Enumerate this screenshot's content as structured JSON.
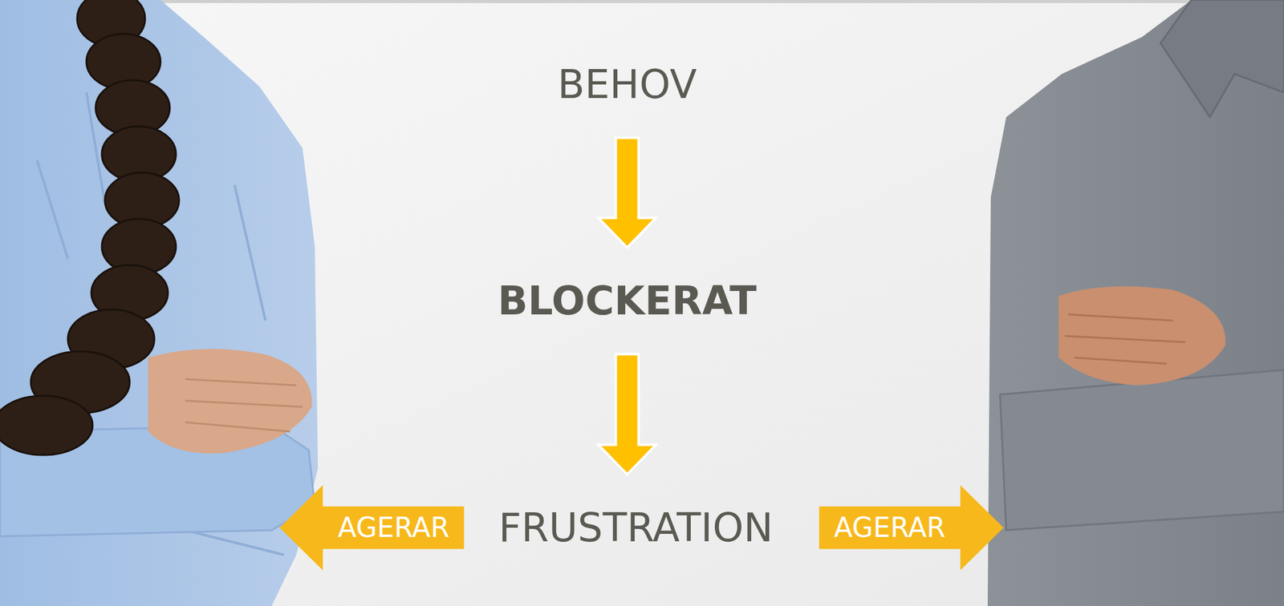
{
  "diagram": {
    "nodes": [
      {
        "text": [
          "BEHOV"
        ]
      },
      {
        "text": [
          "BLOCKERAT"
        ]
      },
      {
        "text": [
          "AGERAR"
        ]
      },
      {
        "text": [
          "FRUSTRATION"
        ]
      },
      {
        "text": [
          "AGERAR"
        ]
      }
    ],
    "edges": [
      {
        "from": 0,
        "to": 1,
        "arrow": "to"
      },
      {
        "from": 1,
        "to": 3,
        "arrow": "to"
      }
    ]
  }
}
